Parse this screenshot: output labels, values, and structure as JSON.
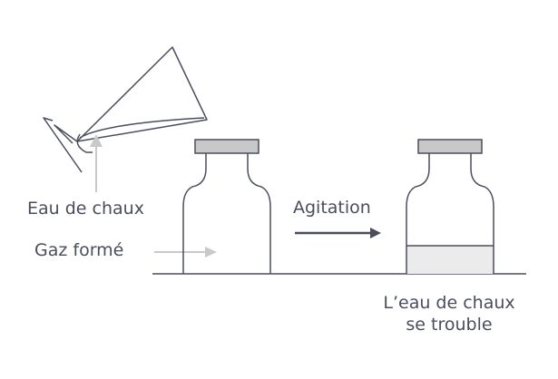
{
  "labels": {
    "lime_water": "Eau de chaux",
    "formed_gas": "Gaz formé",
    "stirring": "Agitation",
    "result_line1": "L’eau de chaux",
    "result_line2": "se trouble"
  },
  "colors": {
    "outline": "#4a4e5c",
    "cap": "#c8c8c8",
    "cloudy_liquid": "#ebebeb",
    "pointer_arrow": "#c9c9c9",
    "text": "#4a4e5c"
  }
}
